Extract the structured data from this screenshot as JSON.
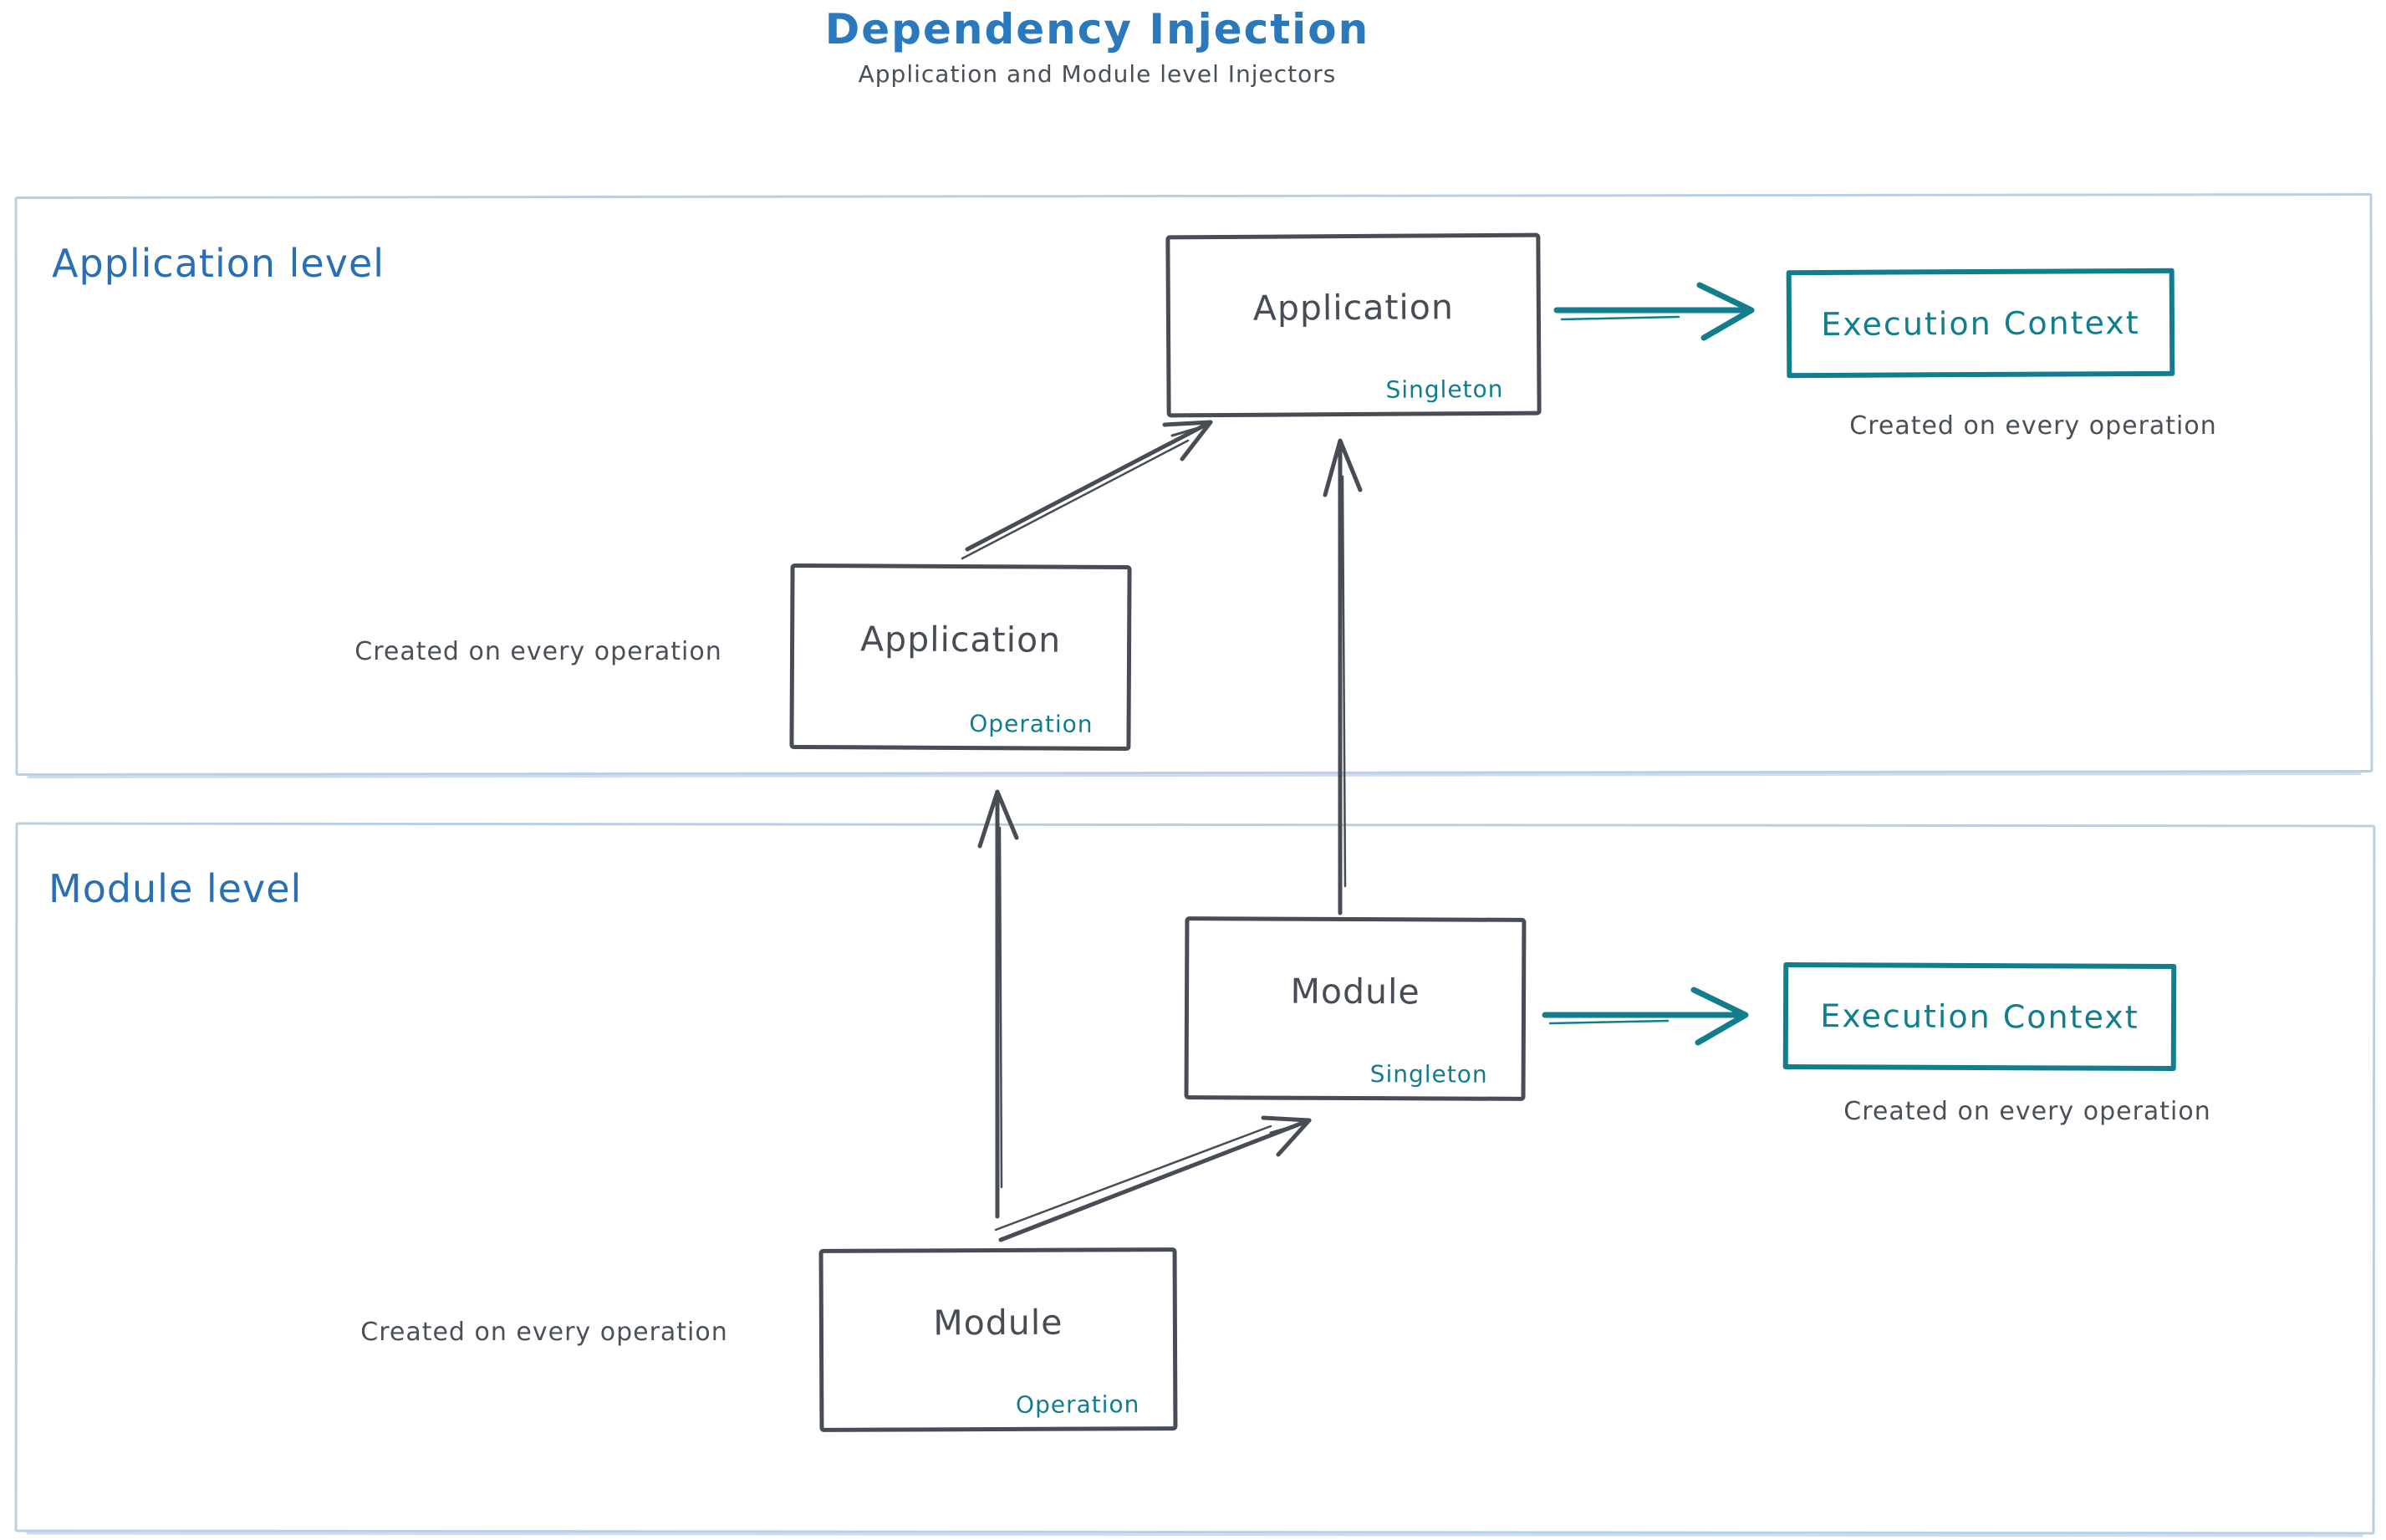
{
  "title": "Dependency Injection",
  "subtitle": "Application and Module level Injectors",
  "colors": {
    "title_blue": "#2a79bd",
    "label_blue": "#2a6fb4",
    "ink_dark": "#474c55",
    "accent_teal": "#127d8d",
    "frame_light_blue": "#b9cfe5"
  },
  "application_level": {
    "label": "Application level",
    "singleton_box": {
      "title": "Application",
      "scope": "Singleton"
    },
    "execution_context_box": {
      "label": "Execution Context"
    },
    "execution_context_caption": "Created on every operation",
    "operation_box": {
      "title": "Application",
      "scope": "Operation"
    },
    "operation_caption": "Created on every operation"
  },
  "module_level": {
    "label": "Module level",
    "singleton_box": {
      "title": "Module",
      "scope": "Singleton"
    },
    "execution_context_box": {
      "label": "Execution Context"
    },
    "execution_context_caption": "Created on every operation",
    "operation_box": {
      "title": "Module",
      "scope": "Operation"
    },
    "operation_caption": "Created on every operation"
  }
}
